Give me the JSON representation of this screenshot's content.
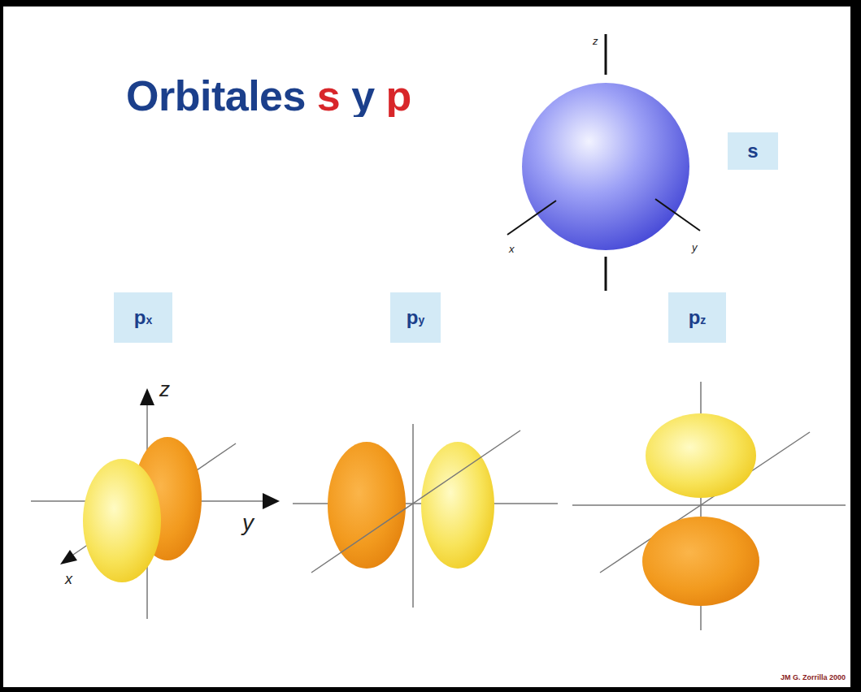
{
  "diagram": {
    "title": "Orbitales s y p",
    "nodes": [
      {
        "text": [
          "s"
        ]
      },
      {
        "text": [
          "px"
        ]
      },
      {
        "text": [
          "py"
        ]
      },
      {
        "text": [
          "pz"
        ]
      }
    ],
    "labels": [
      "z",
      "x",
      "y",
      "z",
      "y",
      "x",
      "JM G. Zorrilla 2000"
    ]
  }
}
